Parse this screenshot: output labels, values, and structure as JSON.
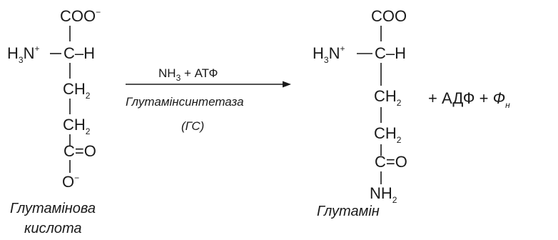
{
  "reactant": {
    "carboxyl": "COO",
    "carboxyl_charge": "−",
    "amino_h": "H",
    "amino_sub": "3",
    "amino_n": "N",
    "amino_charge": "+",
    "alpha_c": "C",
    "alpha_bond_h": "–H",
    "ch2_a": "CH",
    "ch2_a_sub": "2",
    "ch2_b": "CH",
    "ch2_b_sub": "2",
    "carbonyl": "C=O",
    "oxygen": "O",
    "oxygen_charge": "−",
    "caption_line1": "Глутамінова",
    "caption_line2": "кислота"
  },
  "reaction": {
    "cofactor_nh": "NH",
    "cofactor_nh_sub": "3",
    "cofactor_rest": " + АТФ",
    "enzyme": "Глутамінсинтетаза",
    "enzyme_abbr": "(ГС)"
  },
  "product": {
    "carboxyl": "COO",
    "amino_h": "H",
    "amino_sub": "3",
    "amino_n": "N",
    "amino_charge": "+",
    "alpha_c": "C",
    "alpha_bond_h": "–H",
    "ch2_a": "CH",
    "ch2_a_sub": "2",
    "ch2_b": "CH",
    "ch2_b_sub": "2",
    "carbonyl": "C=O",
    "amide_nh": "NH",
    "amide_sub": "2",
    "caption": "Глутамін"
  },
  "byproducts": {
    "text": "+  АДФ  +  ",
    "phosphate": "Ф",
    "phosphate_sub": "н"
  }
}
